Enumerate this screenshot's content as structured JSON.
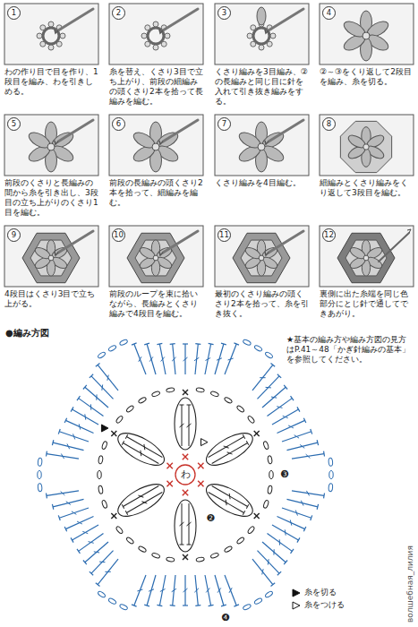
{
  "diagram": {
    "nodes": [
      {
        "text": [
          "1",
          "わの作り目で目を作り、1段目を編み、わを引きしめる。"
        ]
      },
      {
        "text": [
          "2",
          "糸を替え、くさり3目で立ち上がり、前段の細編みの頭くさり2本を拾って長編みを編む。"
        ]
      },
      {
        "text": [
          "3",
          "くさり編みを3目編み、②の長編みと同じ目に針を入れて引き抜き編みをする。"
        ]
      },
      {
        "text": [
          "4",
          "②～③をくり返して2段目を編み、糸を切る。"
        ]
      },
      {
        "text": [
          "5",
          "前段のくさりと長編みの間から糸を引き出し、3段目の立ち上がりのくさり1目を編む。"
        ]
      },
      {
        "text": [
          "6",
          "前段の長編みの頭くさり2本を拾って、細編みを編む。"
        ]
      },
      {
        "text": [
          "7",
          "くさり編みを4目編む。"
        ]
      },
      {
        "text": [
          "8",
          "細編みとくさり編みをくり返して3段目を編む。"
        ]
      },
      {
        "text": [
          "9",
          "4段目はくさり3目で立ち上がる。"
        ]
      },
      {
        "text": [
          "10",
          "前段のループを束に拾いながら、長編みとくさり編みで4段目を編む。"
        ]
      },
      {
        "text": [
          "11",
          "最初のくさり編みの頭くさり2本を拾って、糸を引き抜く。"
        ]
      },
      {
        "text": [
          "12",
          "裏側に出た糸端を同じ色部分にとじ針で通してできあがり。"
        ]
      }
    ],
    "labels": [
      "●編み方図",
      "★基本の編み方や編み方図の見方はP.41～48「かぎ針編みの基本」を参照してください。",
      "わ",
      "❷",
      "❸",
      "❹",
      "волшебная_лилия"
    ],
    "legend": [
      {
        "text": "糸を切る"
      },
      {
        "text": "糸をつける"
      }
    ]
  }
}
